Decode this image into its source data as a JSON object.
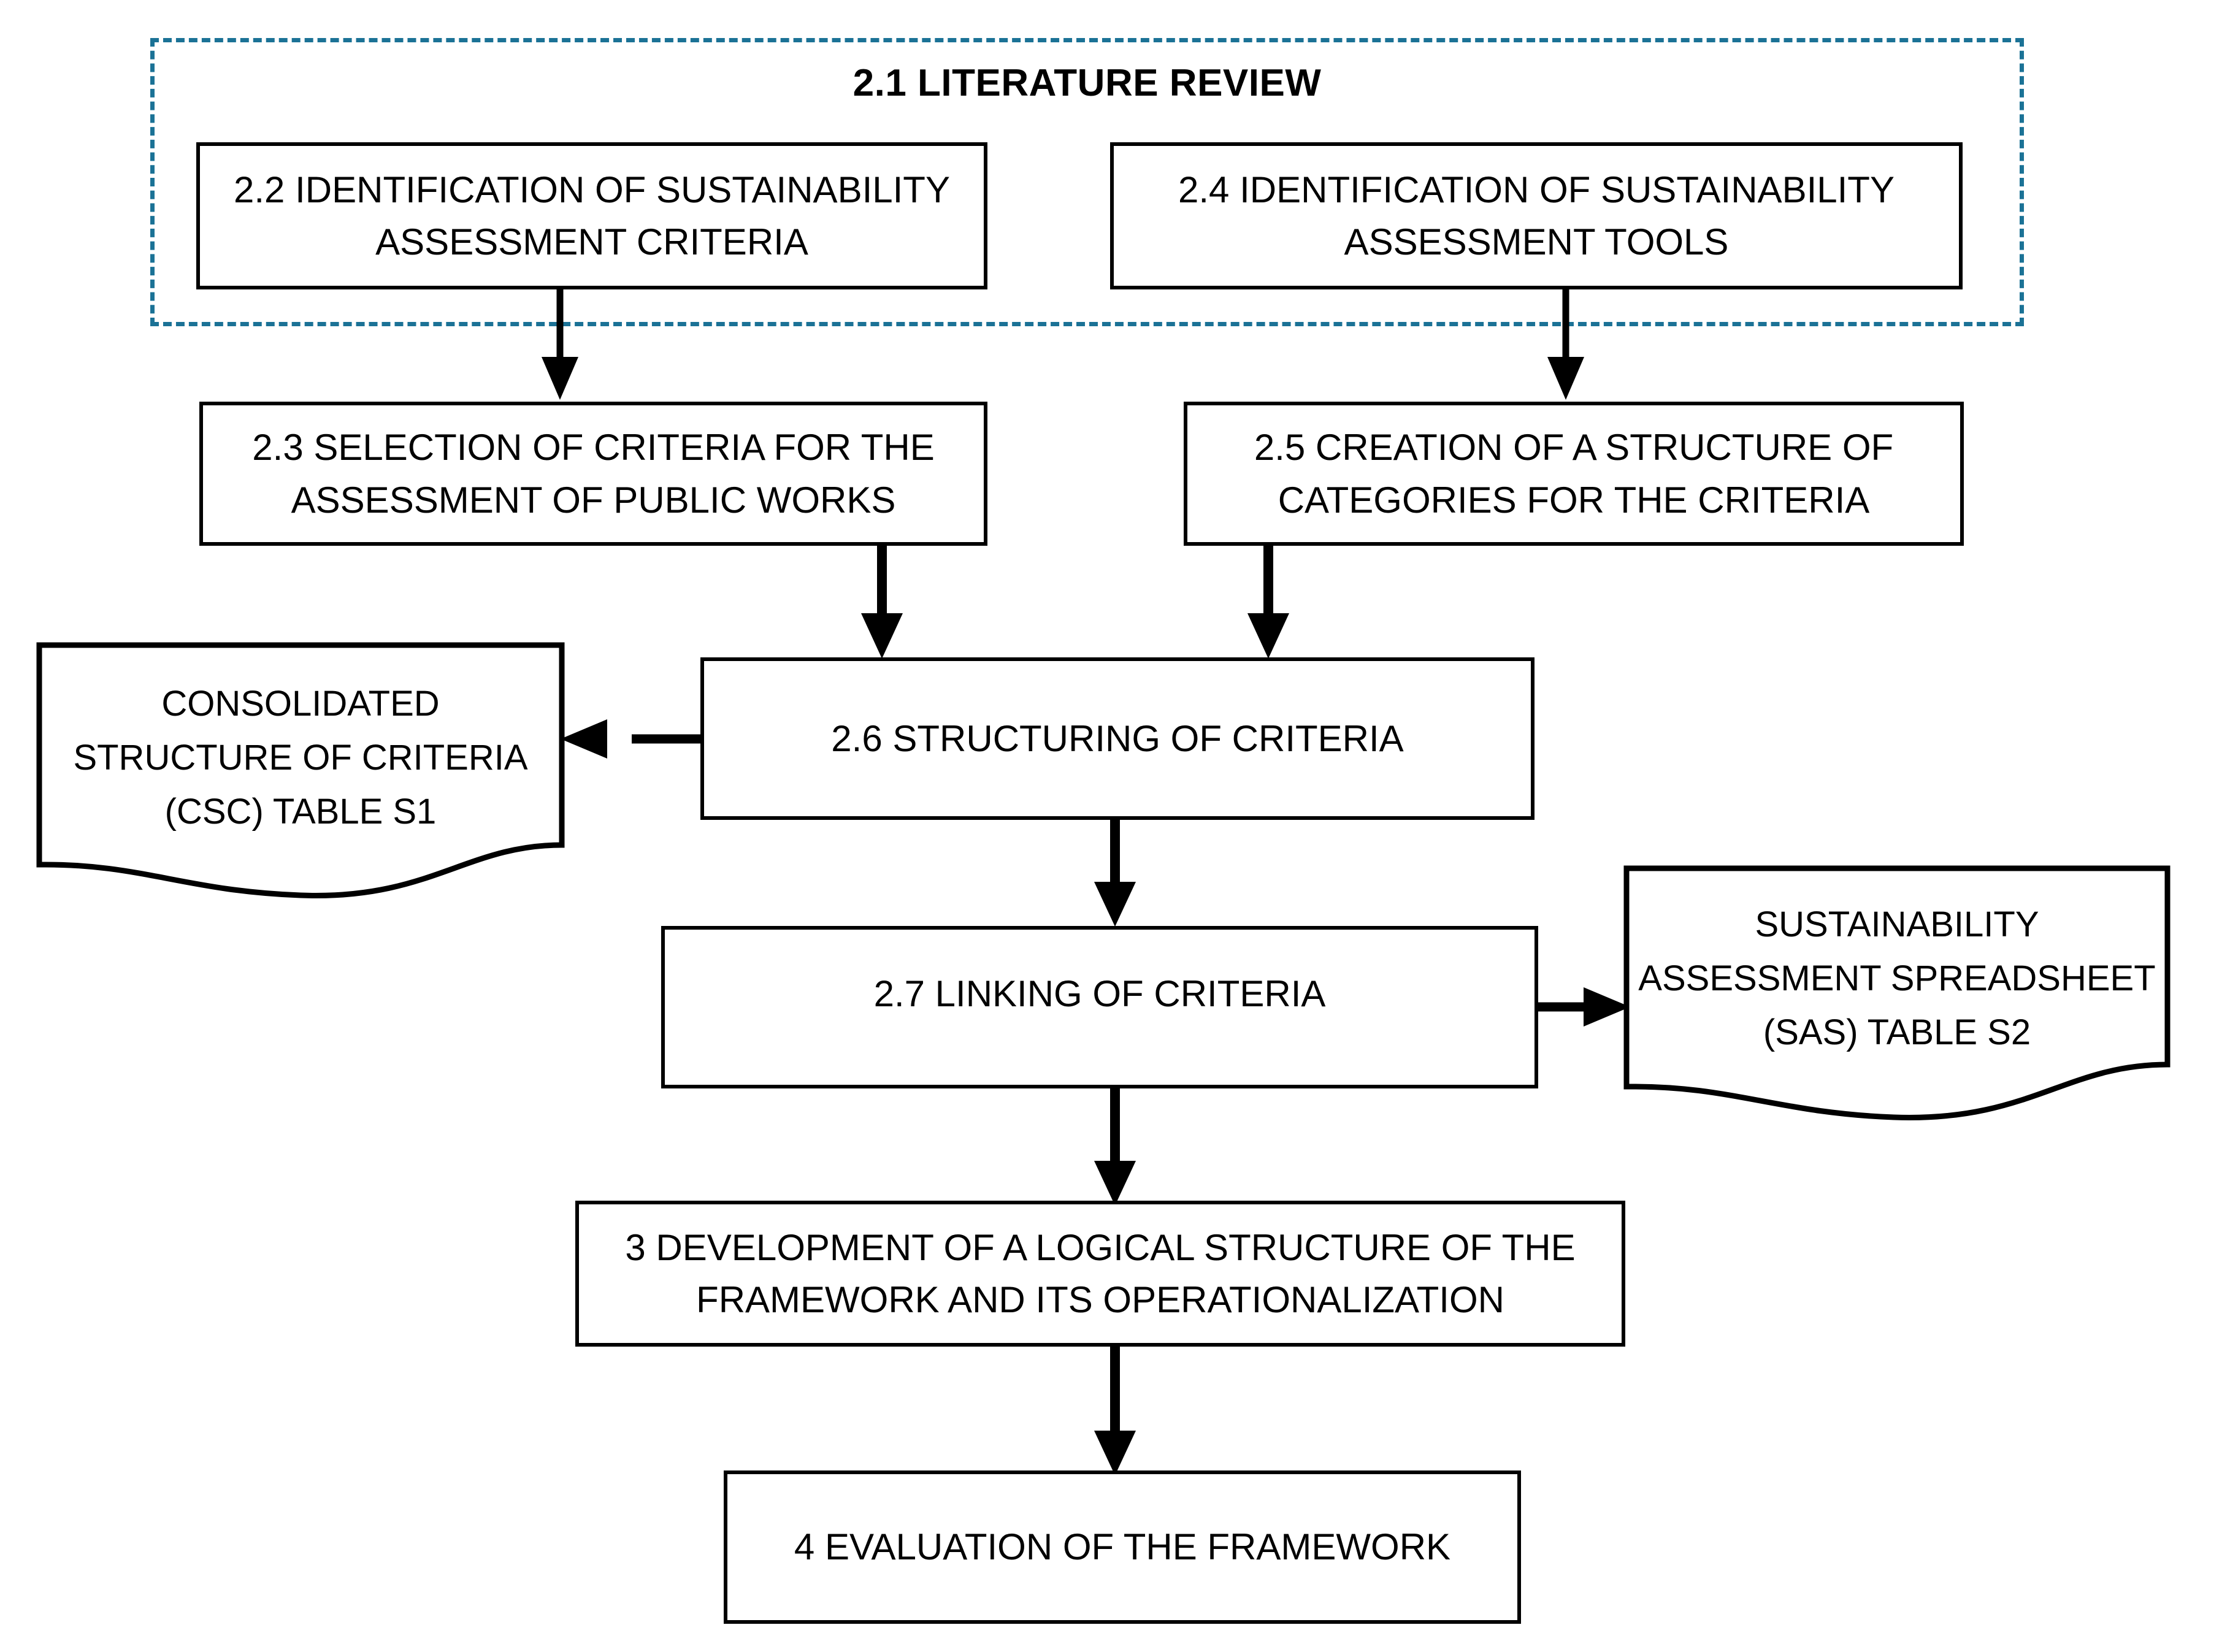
{
  "diagram": {
    "title": "Research methodology flowchart",
    "background_color": "#ffffff",
    "line_color": "#000000",
    "group_border_color": "#1B7296"
  },
  "group": {
    "label": "2.1 LITERATURE REVIEW"
  },
  "nodes": {
    "n22": {
      "label": "2.2 IDENTIFICATION OF SUSTAINABILITY\nASSESSMENT CRITERIA"
    },
    "n24": {
      "label": "2.4 IDENTIFICATION OF SUSTAINABILITY\nASSESSMENT TOOLS"
    },
    "n23": {
      "label": "2.3 SELECTION OF CRITERIA FOR THE\nASSESSMENT OF PUBLIC WORKS"
    },
    "n25": {
      "label": "2.5 CREATION OF A STRUCTURE OF\nCATEGORIES FOR THE CRITERIA"
    },
    "n26": {
      "label": "2.6 STRUCTURING OF CRITERIA"
    },
    "n27": {
      "label": "2.7 LINKING OF CRITERIA"
    },
    "n3": {
      "label": "3 DEVELOPMENT OF A LOGICAL STRUCTURE OF THE\nFRAMEWORK AND ITS OPERATIONALIZATION"
    },
    "n4": {
      "label": "4 EVALUATION OF THE FRAMEWORK"
    },
    "csc": {
      "label": "CONSOLIDATED\nSTRUCTURE OF CRITERIA\n(CSC) TABLE S1"
    },
    "sas": {
      "label": "SUSTAINABILITY\nASSESSMENT SPREADSHEET\n(SAS) TABLE S2"
    }
  },
  "edges": [
    {
      "from": "2.2 IDENTIFICATION OF SUSTAINABILITY ASSESSMENT CRITERIA",
      "to": "2.3 SELECTION OF CRITERIA FOR THE ASSESSMENT OF PUBLIC WORKS",
      "direction": "down"
    },
    {
      "from": "2.4 IDENTIFICATION OF SUSTAINABILITY ASSESSMENT TOOLS",
      "to": "2.5 CREATION OF A STRUCTURE OF CATEGORIES FOR THE CRITERIA",
      "direction": "down"
    },
    {
      "from": "2.3 SELECTION OF CRITERIA FOR THE ASSESSMENT OF PUBLIC WORKS",
      "to": "2.6 STRUCTURING OF CRITERIA",
      "direction": "down"
    },
    {
      "from": "2.5 CREATION OF A STRUCTURE OF CATEGORIES FOR THE CRITERIA",
      "to": "2.6 STRUCTURING OF CRITERIA",
      "direction": "down"
    },
    {
      "from": "2.6 STRUCTURING OF CRITERIA",
      "to": "CONSOLIDATED STRUCTURE OF CRITERIA (CSC) TABLE S1",
      "direction": "left"
    },
    {
      "from": "2.6 STRUCTURING OF CRITERIA",
      "to": "2.7 LINKING OF CRITERIA",
      "direction": "down"
    },
    {
      "from": "2.7 LINKING OF CRITERIA",
      "to": "SUSTAINABILITY ASSESSMENT SPREADSHEET (SAS) TABLE S2",
      "direction": "right"
    },
    {
      "from": "2.7 LINKING OF CRITERIA",
      "to": "3 DEVELOPMENT OF A LOGICAL STRUCTURE OF THE FRAMEWORK AND ITS OPERATIONALIZATION",
      "direction": "down"
    },
    {
      "from": "3 DEVELOPMENT OF A LOGICAL STRUCTURE OF THE FRAMEWORK AND ITS OPERATIONALIZATION",
      "to": "4 EVALUATION OF THE FRAMEWORK",
      "direction": "down"
    }
  ]
}
